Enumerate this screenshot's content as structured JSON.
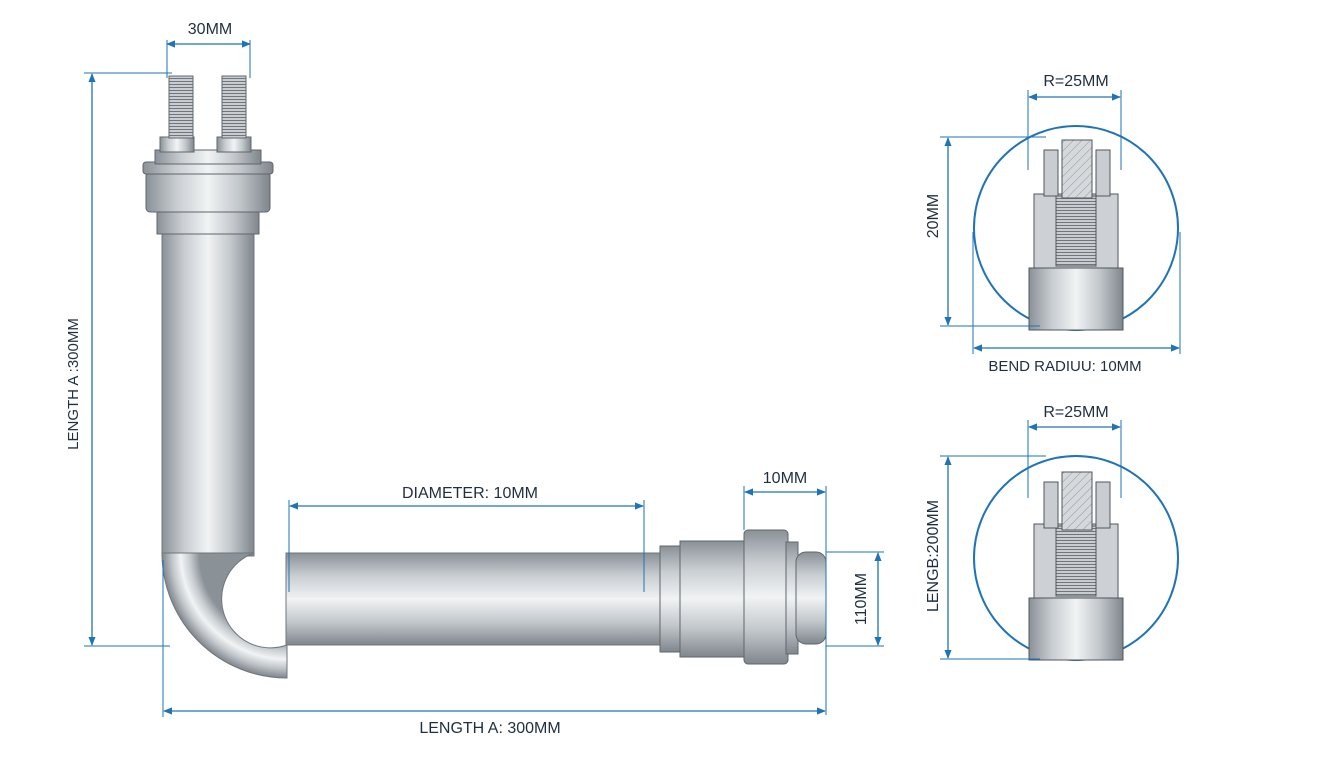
{
  "labels": {
    "stud_spacing": "30MM",
    "length_a_vertical": "LENGTH A :300MM",
    "diameter": "DIAMETER: 10MM",
    "nut_width": "10MM",
    "fitting_height": "110MM",
    "length_a_horizontal": "LENGTH A: 300MM",
    "detail1_radius": "R=25MM",
    "detail1_height": "20MM",
    "detail1_caption": "BEND RADIUU: 10MM",
    "detail2_radius": "R=25MM",
    "detail2_height": "LENGB:200MM"
  },
  "colors": {
    "dimension_line": "#1f73b7",
    "pipe_dark": "#8c9399",
    "pipe_light": "#eef1f3",
    "text": "#1f2f40"
  }
}
